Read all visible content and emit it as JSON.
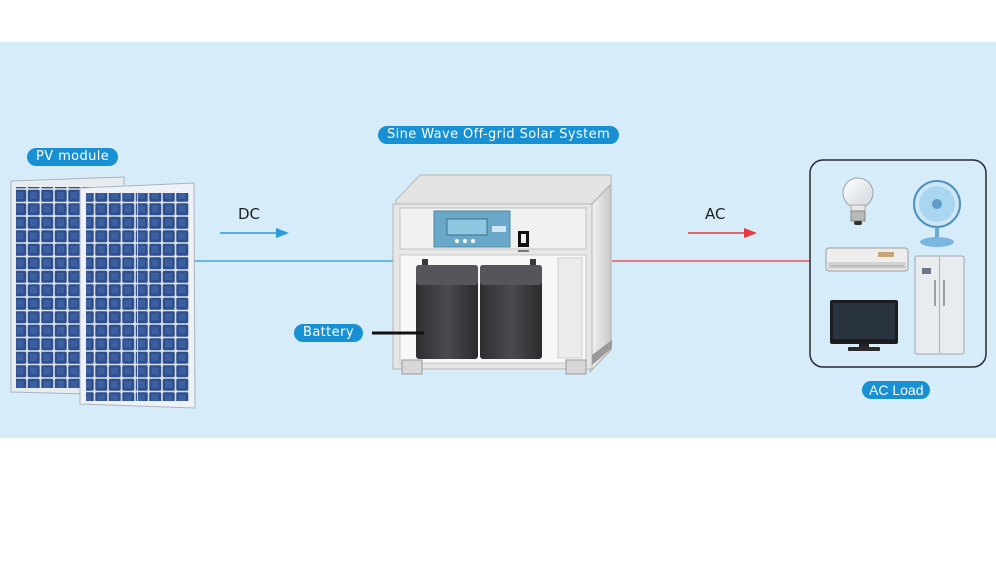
{
  "labels": {
    "pv_module": "PV module",
    "system": "Sine Wave Off-grid Solar System",
    "battery": "Battery",
    "ac_load": "AC Load",
    "dc": "DC",
    "ac": "AC"
  },
  "colors": {
    "background_panel": "#d6ecf8",
    "tag": "#1890d4",
    "dc_line": "#2a9ad8",
    "ac_line": "#e8383d"
  },
  "icons": [
    "solar-panel-icon",
    "inverter-cabinet-icon",
    "battery-icon",
    "light-bulb-icon",
    "electric-fan-icon",
    "air-conditioner-icon",
    "television-icon",
    "refrigerator-icon"
  ]
}
